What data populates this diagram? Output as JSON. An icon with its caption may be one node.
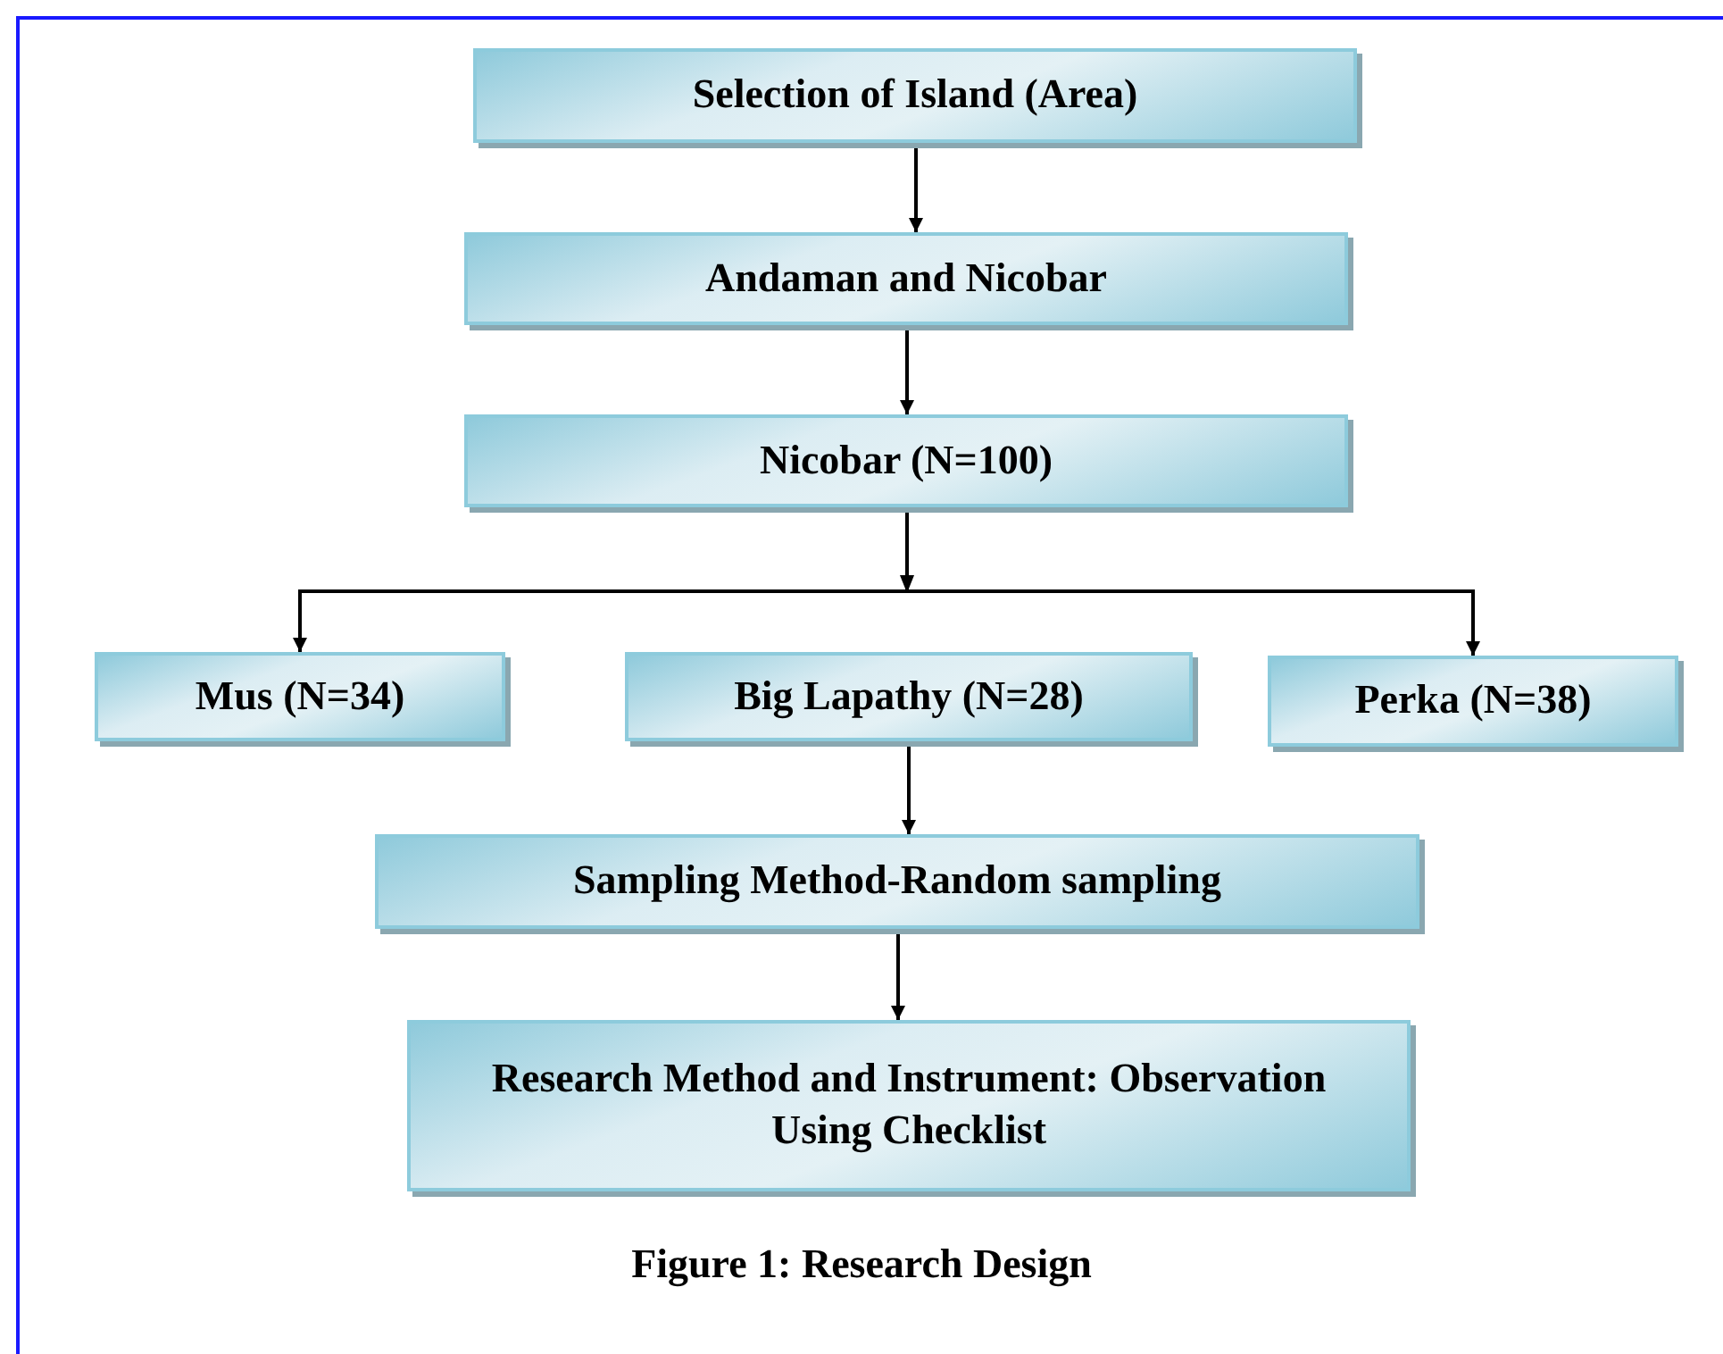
{
  "diagram": {
    "caption": "Figure 1: Research Design",
    "nodes": [
      {
        "text": [
          "Selection of Island (Area)"
        ]
      },
      {
        "text": [
          "Andaman and Nicobar"
        ]
      },
      {
        "text": [
          "Nicobar (N=100)"
        ]
      },
      {
        "text": [
          "Mus (N=34)"
        ]
      },
      {
        "text": [
          "Big Lapathy (N=28)"
        ]
      },
      {
        "text": [
          "Perka (N=38)"
        ]
      },
      {
        "text": [
          "Sampling Method-Random sampling"
        ]
      },
      {
        "text": [
          "Research Method and Instrument: Observation Using Checklist"
        ]
      }
    ],
    "edges": [
      {
        "from": 0,
        "to": 1,
        "arrow": "to"
      },
      {
        "from": 1,
        "to": 2,
        "arrow": "to"
      },
      {
        "from": 2,
        "to": 3,
        "arrow": "to"
      },
      {
        "from": 2,
        "to": 5,
        "arrow": "to"
      },
      {
        "from": 4,
        "to": 6,
        "arrow": "to"
      },
      {
        "from": 6,
        "to": 7,
        "arrow": "to"
      }
    ]
  }
}
